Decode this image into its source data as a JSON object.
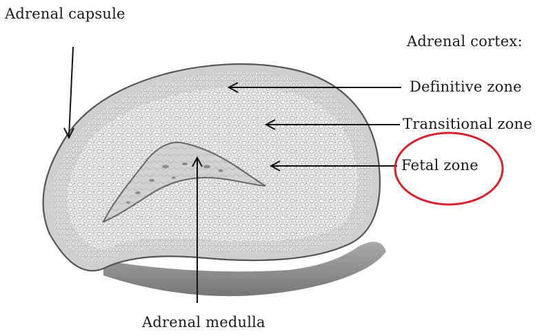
{
  "labels": {
    "capsule": "Adrenal capsule",
    "cortex_heading": "Adrenal cortex:",
    "definitive_zone": "Definitive zone",
    "transitional_zone": "Transitional zone",
    "fetal_zone": "Fetal zone",
    "medulla": "Adrenal medulla"
  },
  "colors": {
    "highlight_circle": "#d9202a",
    "arrows": "#111111",
    "tissue": "#e4e4e4",
    "shading": "#7a7a7a"
  }
}
